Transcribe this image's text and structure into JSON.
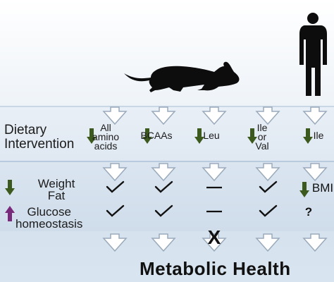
{
  "labels": {
    "dietary_line1": "Dietary",
    "dietary_line2": "Intervention",
    "weight": "Weight",
    "fat": "Fat",
    "glucose": "Glucose",
    "homeostasis": "homeostasis",
    "metabolic_health": "Metabolic Health"
  },
  "columns": [
    {
      "text_lines": [
        "All",
        "amino",
        "acids"
      ],
      "weight_fat": "✓",
      "glucose": "✓",
      "outcome": ""
    },
    {
      "text_lines": [
        "BCAAs"
      ],
      "weight_fat": "✓",
      "glucose": "✓",
      "outcome": ""
    },
    {
      "text_lines": [
        "Leu"
      ],
      "weight_fat": "—",
      "glucose": "—",
      "outcome": "X"
    },
    {
      "text_lines": [
        "Ile",
        "or",
        "Val"
      ],
      "weight_fat": "✓",
      "glucose": "✓",
      "outcome": ""
    },
    {
      "text_lines": [
        "Ile"
      ],
      "weight_fat": "BMI",
      "glucose": "?",
      "outcome": ""
    }
  ],
  "colors": {
    "arrow_down": "#3c5a1e",
    "arrow_up": "#7a2a7a",
    "chevron_fill": "#ffffff",
    "chevron_stroke": "#9aaabb",
    "silhouette": "#0d0d0d"
  }
}
